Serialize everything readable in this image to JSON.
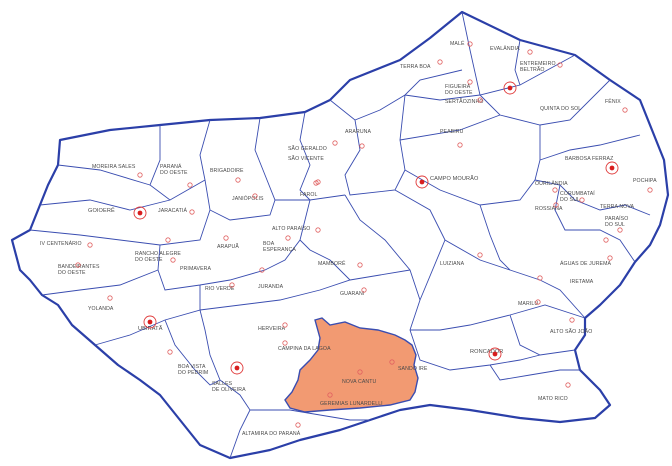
{
  "colors": {
    "outline": "#2b3fa8",
    "highlight_fill": "#f29a72",
    "marker": "#d81e1e"
  },
  "highlighted_region": "NOVA CANTU",
  "cities": [
    {
      "id": "mamborê-area",
      "name": "MALÉ"
    },
    {
      "id": "evalandia",
      "name": "EVALÂNDIA"
    },
    {
      "id": "entremeiros",
      "name": "ENTREMEIRO\nBELTRÃO"
    },
    {
      "id": "terra-boa",
      "name": "TERRA BOA"
    },
    {
      "id": "figueira",
      "name": "FIGUEIRA\nDO OESTE"
    },
    {
      "id": "sertaozinho",
      "name": "SERTÃOZINHO"
    },
    {
      "id": "quinta-do-sol",
      "name": "QUINTA DO SOL"
    },
    {
      "id": "fenix",
      "name": "FÊNIX"
    },
    {
      "id": "araruna",
      "name": "ARARUNA"
    },
    {
      "id": "peabiru",
      "name": "PEABIRU"
    },
    {
      "id": "barbosa-ferraz",
      "name": "BARBOSA FERRAZ"
    },
    {
      "id": "sao-geraldo",
      "name": "SÃO GERALDO"
    },
    {
      "id": "sao-vicente",
      "name": "SÃO VICENTE"
    },
    {
      "id": "campo-mourao",
      "name": "CAMPO MOURÃO"
    },
    {
      "id": "corumbatai",
      "name": "CORUMBATAÍ\nDO SUL"
    },
    {
      "id": "goioere-area",
      "name": "OURILÂNDIA"
    },
    {
      "id": "roncador-area",
      "name": "ROSSIANA"
    },
    {
      "id": "terra-nova",
      "name": "TERRA NOVA"
    },
    {
      "id": "paraiso",
      "name": "PARAÍSO\nDO SUL"
    },
    {
      "id": "pochipa",
      "name": "POCHIPA"
    },
    {
      "id": "moreira-sales",
      "name": "MOREIRA SALES"
    },
    {
      "id": "parana-do-oeste",
      "name": "PARANÁ\nDO OESTE"
    },
    {
      "id": "brigadoire",
      "name": "BRIGADOIRE"
    },
    {
      "id": "janiopolis",
      "name": "JANIÓPOLIS"
    },
    {
      "id": "farol",
      "name": "FAROL"
    },
    {
      "id": "goioere",
      "name": "GOIOERÊ"
    },
    {
      "id": "juranda-norte",
      "name": "JARACATIÁ"
    },
    {
      "id": "alto-paraiso",
      "name": "ALTO PARAÍSO"
    },
    {
      "id": "boa-esperanca",
      "name": "BOA\nESPERANÇA"
    },
    {
      "id": "mambore",
      "name": "MAMBORÊ"
    },
    {
      "id": "ubirata-nw",
      "name": "IV CENTENÁRIO"
    },
    {
      "id": "rancho-alegre",
      "name": "RANCHO ALEGRE\nDO OESTE"
    },
    {
      "id": "arapua",
      "name": "ARAPUÃ"
    },
    {
      "id": "luiziana",
      "name": "LUIZIANA"
    },
    {
      "id": "aguas-jurema",
      "name": "ÁGUAS DE JUREMA"
    },
    {
      "id": "iretama",
      "name": "IRETAMA"
    },
    {
      "id": "bandeirantes",
      "name": "BANDEIRANTES\nDO OESTE"
    },
    {
      "id": "primavera",
      "name": "PRIMAVERA"
    },
    {
      "id": "rio-verde",
      "name": "RIO VERDE"
    },
    {
      "id": "juranda",
      "name": "JURANDA"
    },
    {
      "id": "guarani",
      "name": "GUARANI"
    },
    {
      "id": "marilu",
      "name": "MARILU"
    },
    {
      "id": "yolanda",
      "name": "YOLANDA"
    },
    {
      "id": "ubirata",
      "name": "UBIRATÃ"
    },
    {
      "id": "alto-sao-joao",
      "name": "ALTO SÃO JOÃO"
    },
    {
      "id": "herveira",
      "name": "HERVEIRA"
    },
    {
      "id": "campina-lagoa",
      "name": "CAMPINA DA LAGOA"
    },
    {
      "id": "roncador",
      "name": "RONCADOR"
    },
    {
      "id": "boa-vista",
      "name": "BOA VISTA\nDO PEDRIM"
    },
    {
      "id": "salles-oliveira",
      "name": "SALLES\nDE OLIVEIRA"
    },
    {
      "id": "nova-cantu",
      "name": "NOVA CANTU"
    },
    {
      "id": "sano-ire",
      "name": "SANDO IRE"
    },
    {
      "id": "geremias",
      "name": "GEREMIAS LUNARDELLI"
    },
    {
      "id": "mato-rico",
      "name": "MATO RICO"
    },
    {
      "id": "altamira",
      "name": "ALTAMIRA DO PARANÁ"
    }
  ]
}
